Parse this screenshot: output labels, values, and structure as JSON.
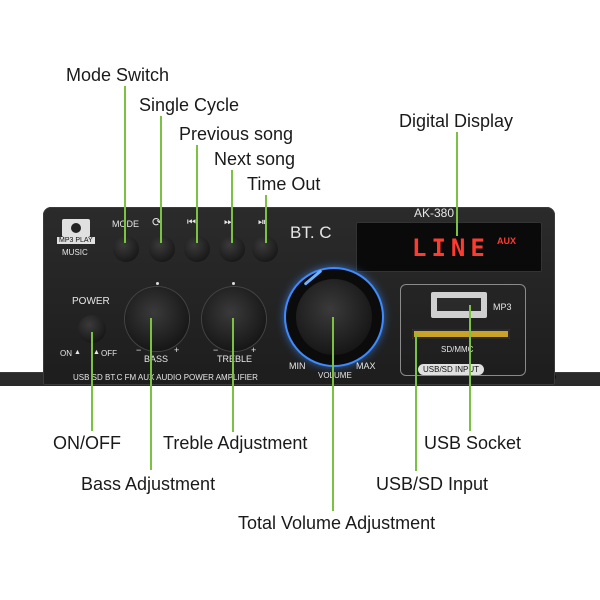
{
  "callouts": {
    "mode_switch": "Mode Switch",
    "single_cycle": "Single Cycle",
    "previous_song": "Previous song",
    "next_song": "Next song",
    "time_out": "Time Out",
    "digital_display": "Digital Display",
    "on_off": "ON/OFF",
    "treble_adjustment": "Treble Adjustment",
    "usb_socket": "USB Socket",
    "bass_adjustment": "Bass Adjustment",
    "usb_sd_input": "USB/SD Input",
    "total_volume_adjustment": "Total Volume Adjustment"
  },
  "device": {
    "model": "AK-380",
    "brand": "BT. C",
    "display_text": "LINE",
    "display_mode": "AUX",
    "mode_button": "MODE",
    "logo_line1": "MP3 PLAY",
    "logo_line2": "MUSIC",
    "power_label": "POWER",
    "power_on": "ON",
    "power_off": "OFF",
    "bass_label": "BASS",
    "treble_label": "TREBLE",
    "knob_minus": "−",
    "knob_plus": "+",
    "volume_label": "VOLUME",
    "volume_min": "MIN",
    "volume_max": "MAX",
    "mp3_label": "MP3",
    "sd_label": "SD/MMC",
    "usb_sd_input": "USB/SD INPUT",
    "bottom_text": "USB SD BT.C FM AUX AUDIO POWER AMPLIFIER"
  },
  "colors": {
    "leader": "#7cc242",
    "panel": "#232323",
    "display_text": "#ff3b2f",
    "volume_ring": "#3d8bff"
  }
}
